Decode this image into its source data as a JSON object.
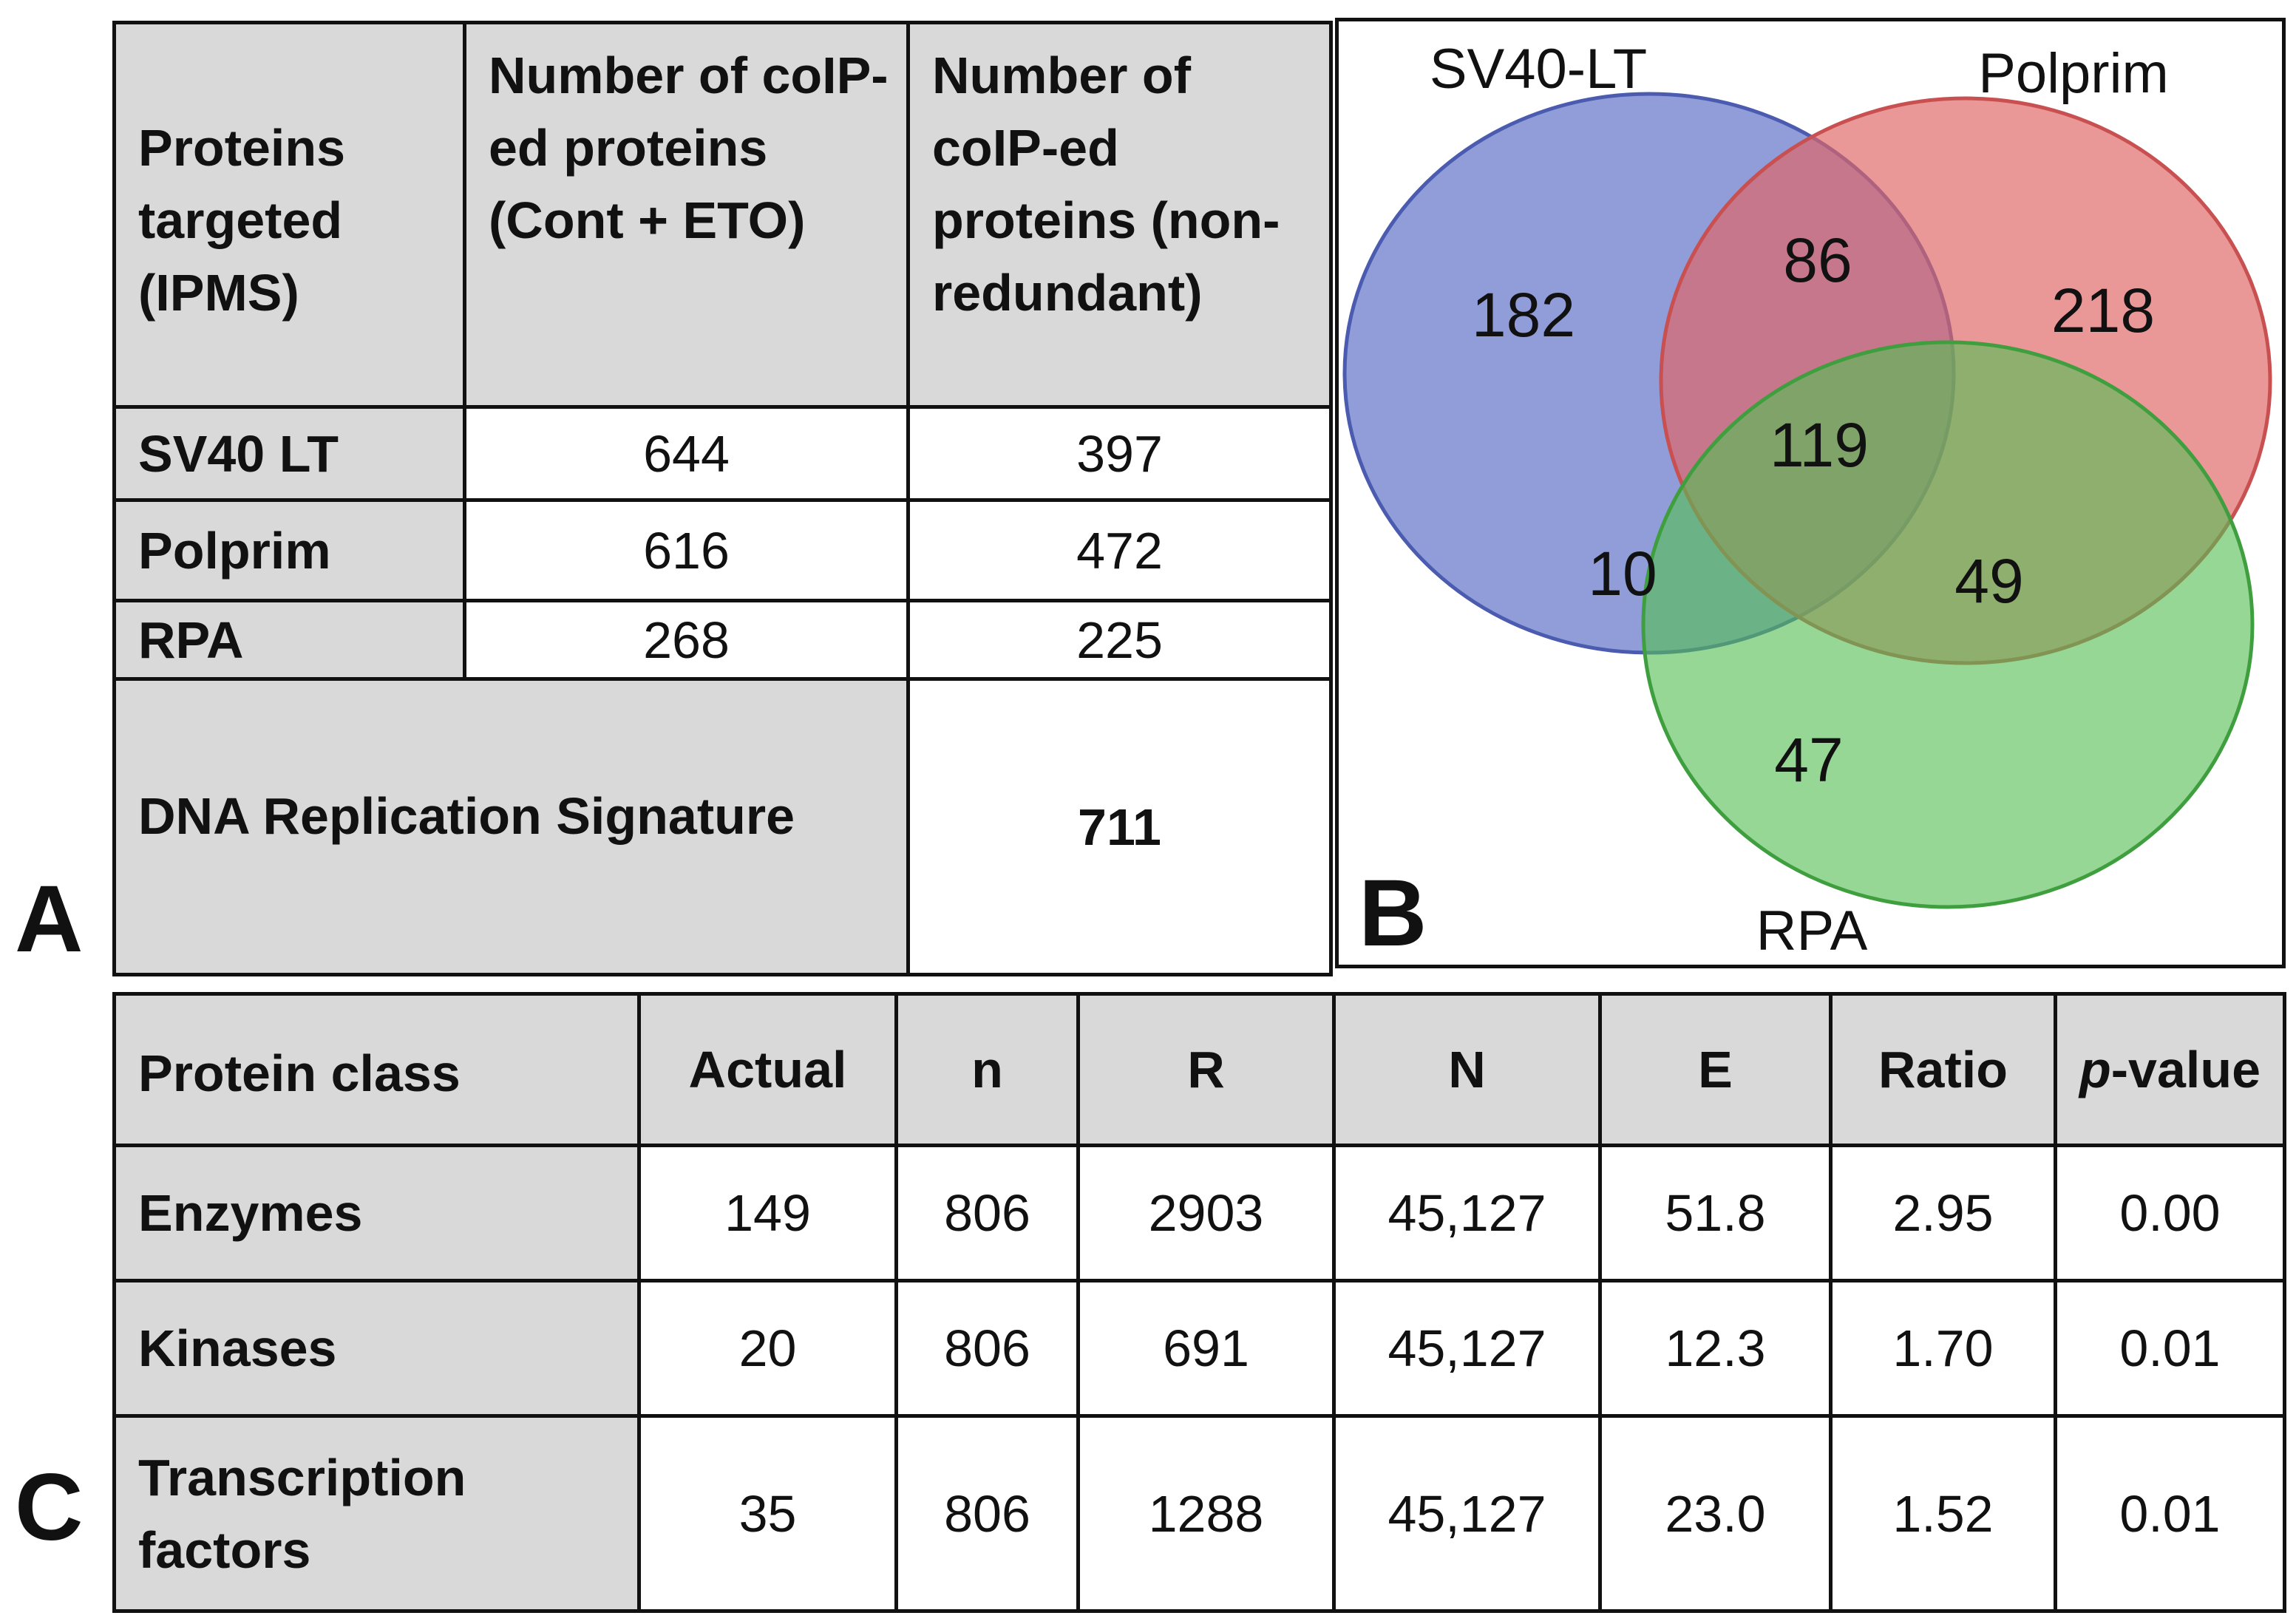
{
  "panel_labels": {
    "a": "A",
    "b": "B",
    "c": "C"
  },
  "table_a": {
    "headers": [
      "Proteins targeted (IPMS)",
      "Number of coIP-ed proteins (Cont + ETO)",
      "Number of coIP-ed proteins (non-redundant)"
    ],
    "rows": [
      {
        "protein": "SV40 LT",
        "cont_eto": "644",
        "non_redundant": "397"
      },
      {
        "protein": "Polprim",
        "cont_eto": "616",
        "non_redundant": "472"
      },
      {
        "protein": "RPA",
        "cont_eto": "268",
        "non_redundant": "225"
      }
    ],
    "signature": {
      "label": "DNA Replication Signature",
      "value": "711"
    }
  },
  "venn": {
    "sets": [
      {
        "name": "SV40-LT",
        "color": "#5b6fc6"
      },
      {
        "name": "Polprim",
        "color": "#e06666"
      },
      {
        "name": "RPA",
        "color": "#56bf56"
      }
    ],
    "regions": {
      "sv40_only": "182",
      "polprim_only": "218",
      "rpa_only": "47",
      "sv40_polprim": "86",
      "sv40_rpa": "10",
      "polprim_rpa": "49",
      "all_three": "119"
    }
  },
  "table_c": {
    "headers": {
      "class": "Protein class",
      "actual": "Actual",
      "n": "n",
      "R": "R",
      "N": "N",
      "E": "E",
      "ratio": "Ratio",
      "p_italic": "p",
      "p_rest": "-value"
    },
    "rows": [
      {
        "class": "Enzymes",
        "actual": "149",
        "n": "806",
        "R": "2903",
        "N": "45,127",
        "E": "51.8",
        "ratio": "2.95",
        "p": "0.00"
      },
      {
        "class": "Kinases",
        "actual": "20",
        "n": "806",
        "R": "691",
        "N": "45,127",
        "E": "12.3",
        "ratio": "1.70",
        "p": "0.01"
      },
      {
        "class": "Transcription factors",
        "actual": "35",
        "n": "806",
        "R": "1288",
        "N": "45,127",
        "E": "23.0",
        "ratio": "1.52",
        "p": "0.01"
      }
    ]
  }
}
